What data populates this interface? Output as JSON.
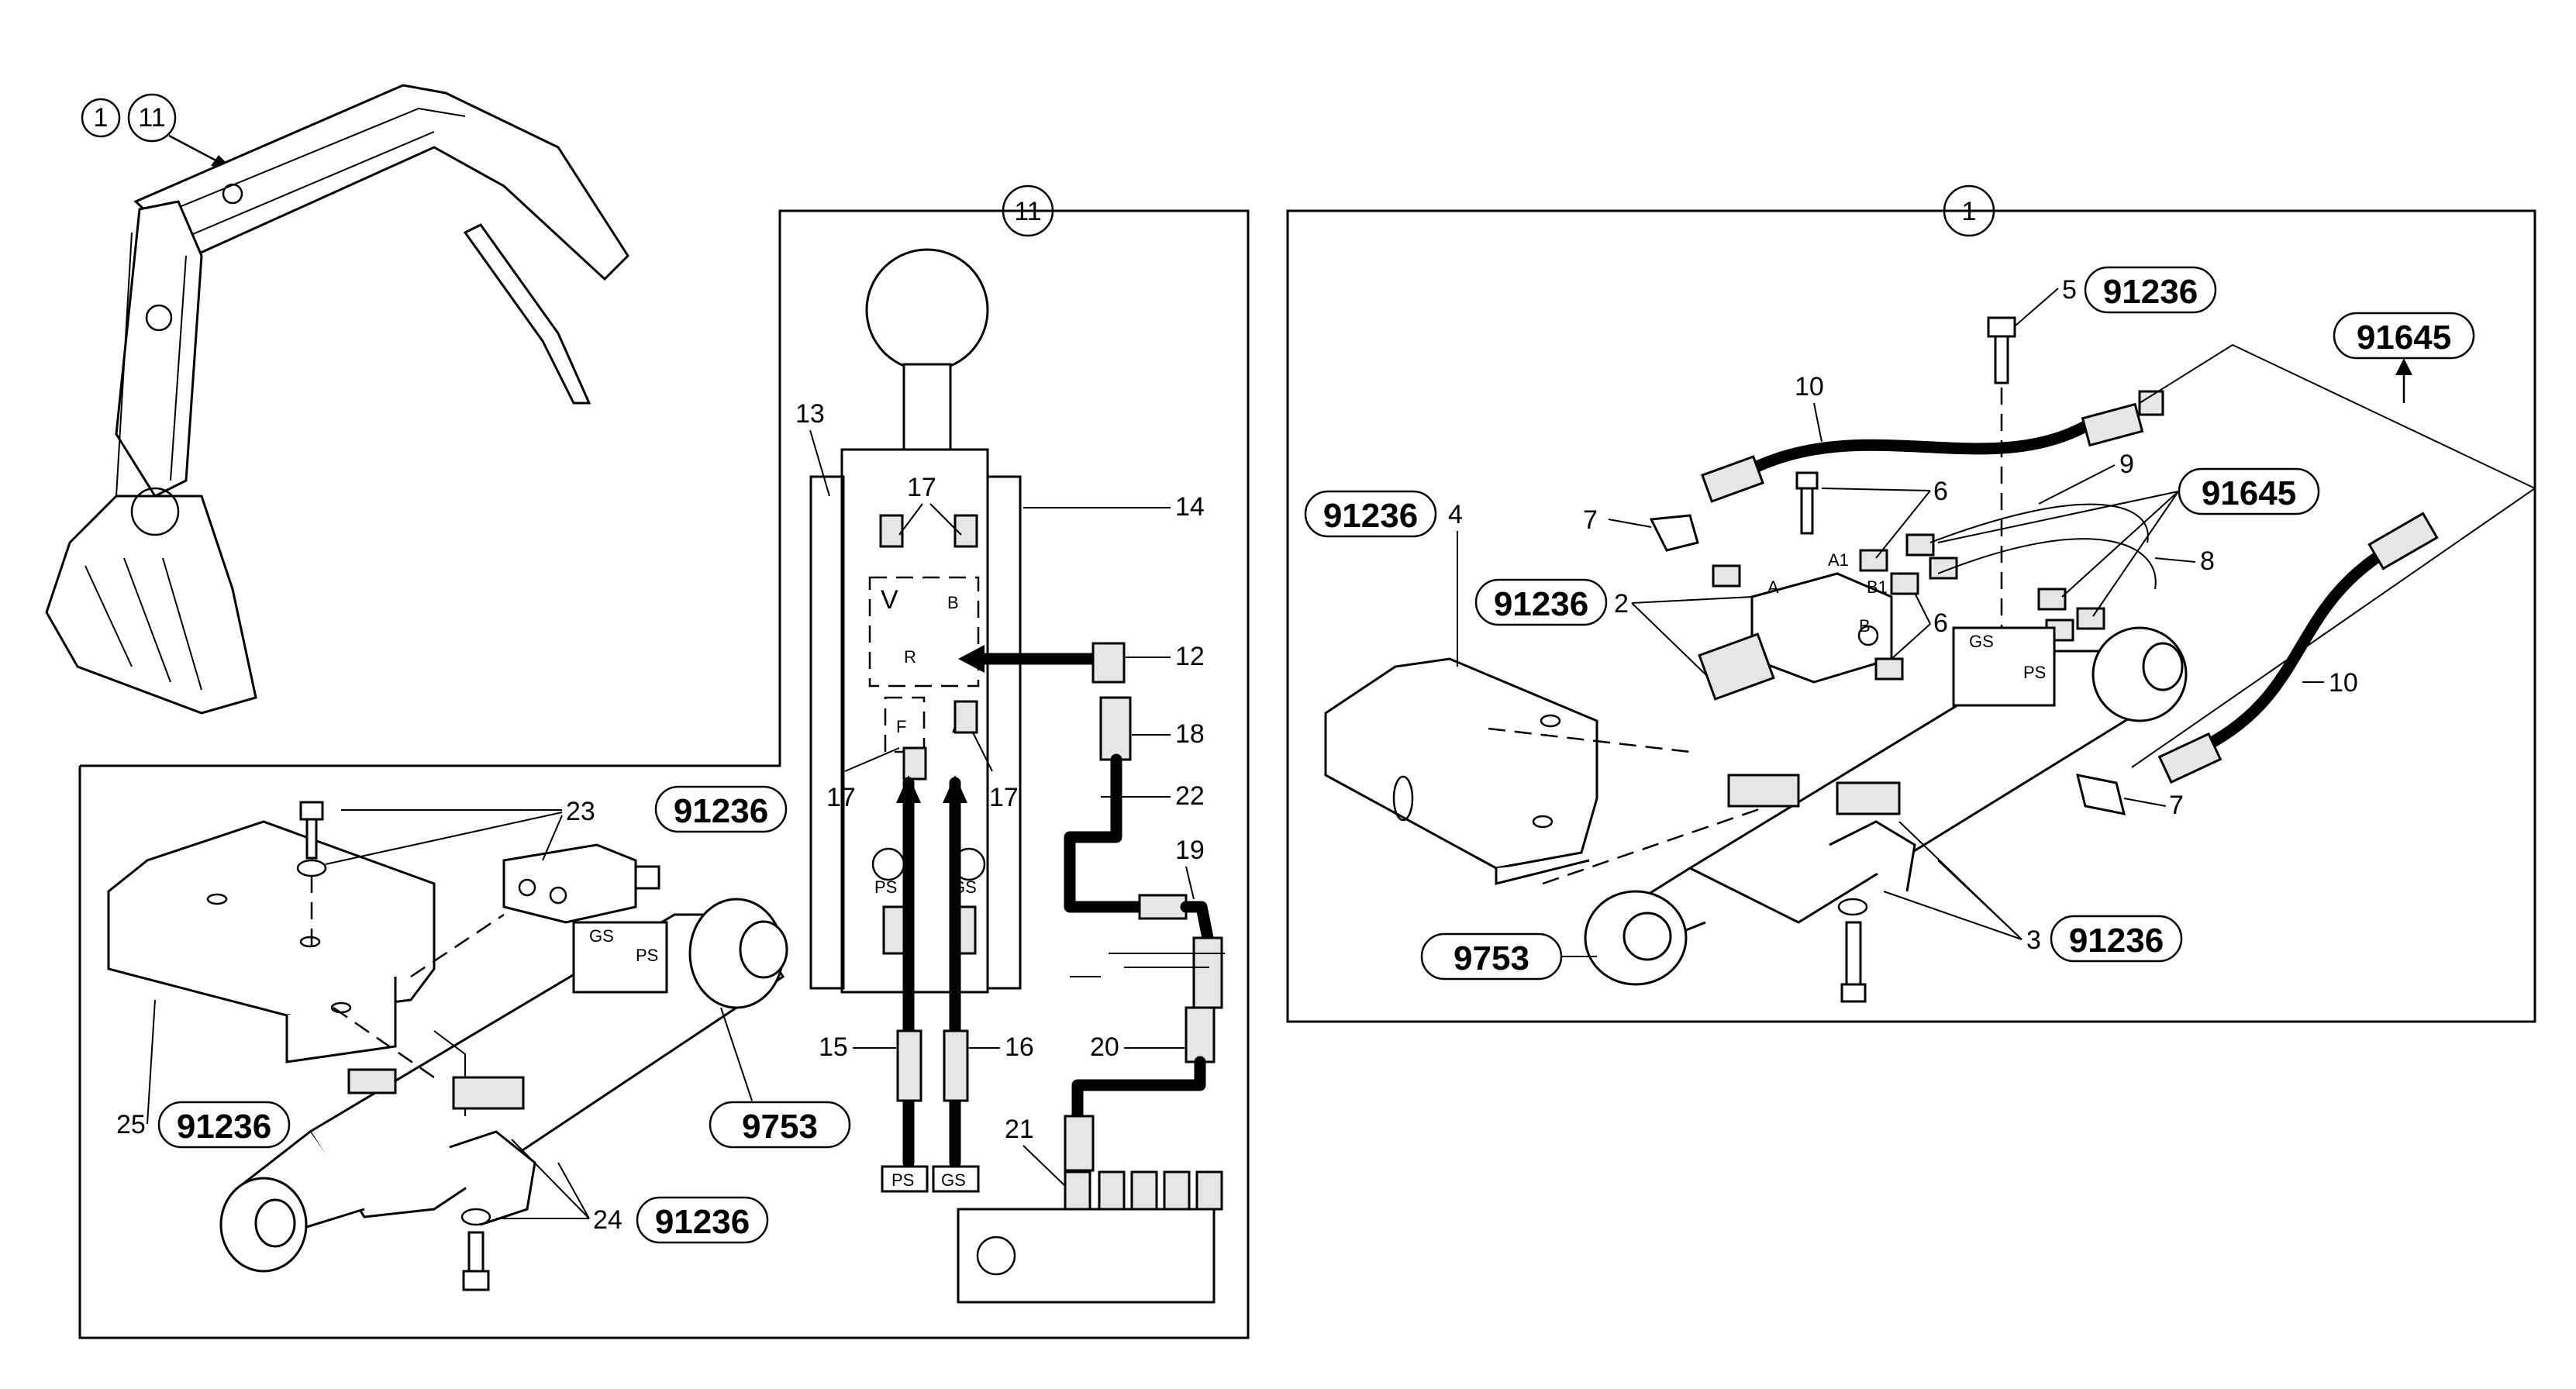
{
  "callouts": {
    "c1": "1",
    "c11": "11",
    "n2": "2",
    "n3": "3",
    "n4": "4",
    "n5": "5",
    "n6": "6",
    "n7": "7",
    "n8": "8",
    "n9": "9",
    "n10": "10",
    "n12": "12",
    "n13": "13",
    "n14": "14",
    "n15": "15",
    "n16": "16",
    "n17": "17",
    "n18": "18",
    "n19": "19",
    "n20": "20",
    "n21": "21",
    "n22": "22",
    "n23": "23",
    "n24": "24",
    "n25": "25"
  },
  "references": {
    "r91236": "91236",
    "r91645": "91645",
    "r9753": "9753"
  },
  "valve_labels": {
    "v": "V",
    "b": "B",
    "r": "R",
    "a": "A",
    "f": "F",
    "ps": "PS",
    "gs": "GS",
    "a1": "A1",
    "b1": "B1"
  }
}
